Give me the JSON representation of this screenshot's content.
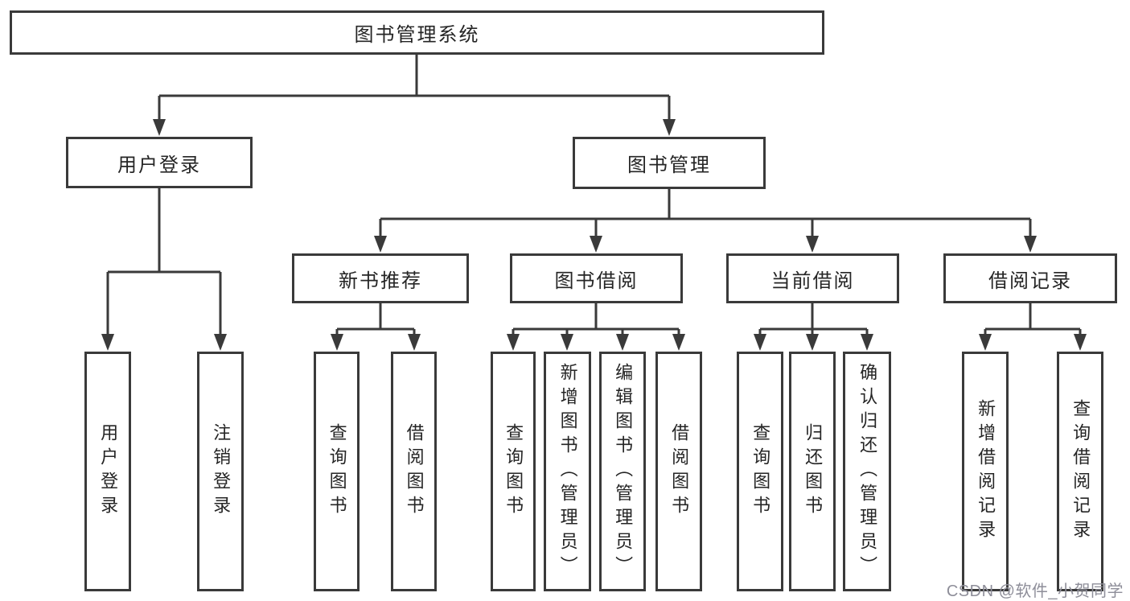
{
  "diagram": {
    "root": {
      "label": "图书管理系统"
    },
    "branches": [
      {
        "label": "用户登录",
        "children": [
          {
            "label": "用户登录"
          },
          {
            "label": "注销登录"
          }
        ]
      },
      {
        "label": "图书管理",
        "children": [
          {
            "label": "新书推荐",
            "children": [
              {
                "label": "查询图书"
              },
              {
                "label": "借阅图书"
              }
            ]
          },
          {
            "label": "图书借阅",
            "children": [
              {
                "label": "查询图书"
              },
              {
                "label": "新增图书（管理员）"
              },
              {
                "label": "编辑图书（管理员）"
              },
              {
                "label": "借阅图书"
              }
            ]
          },
          {
            "label": "当前借阅",
            "children": [
              {
                "label": "查询图书"
              },
              {
                "label": "归还图书"
              },
              {
                "label": "确认归还（管理员）"
              }
            ]
          },
          {
            "label": "借阅记录",
            "children": [
              {
                "label": "新增借阅记录"
              },
              {
                "label": "查询借阅记录"
              }
            ]
          }
        ]
      }
    ],
    "watermark": "CSDN @软件_小贺同学",
    "colors": {
      "line": "#3a3a3a",
      "box_border": "#3a3a3a",
      "box_fill": "#ffffff",
      "text": "#252525",
      "watermark_text": "#8e8e99",
      "background": "#ffffff"
    }
  }
}
